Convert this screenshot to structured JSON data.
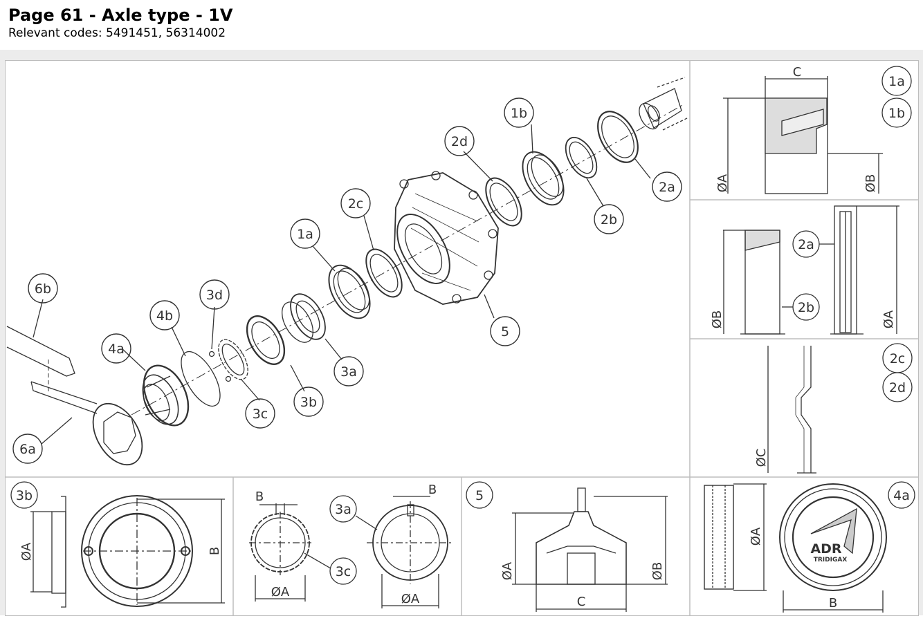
{
  "header": {
    "title": "Page 61 - Axle type - 1V",
    "relevant_codes": "Relevant codes: 5491451, 56314002"
  },
  "callouts": {
    "c1a": "1a",
    "c1b": "1b",
    "c2a": "2a",
    "c2b": "2b",
    "c2c": "2c",
    "c2d": "2d",
    "c3a": "3a",
    "c3b": "3b",
    "c3c": "3c",
    "c3d": "3d",
    "c4a": "4a",
    "c4b": "4b",
    "c5": "5",
    "c6a": "6a",
    "c6b": "6b"
  },
  "dims": {
    "A": "ØA",
    "B": "ØB",
    "C": "ØC",
    "Bp": "B",
    "Cp": "C"
  },
  "logo": {
    "brand": "ADR",
    "sub": "TRIDIGAX"
  },
  "colors": {
    "line": "#333333",
    "border": "#bdbdbd",
    "band": "#ececec"
  }
}
